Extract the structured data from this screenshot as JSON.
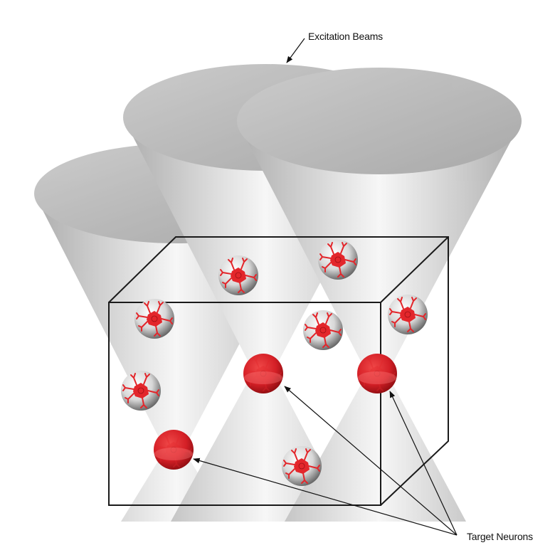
{
  "labels": {
    "beams": "Excitation Beams",
    "targets": "Target Neurons"
  },
  "colors": {
    "target_neuron": "#d41f26",
    "neuron_dendrite": "#e3262b",
    "beam": "#9a9a9a",
    "box": "#1a1a1a"
  },
  "beams": [
    {
      "id": "left"
    },
    {
      "id": "middle"
    },
    {
      "id": "right"
    }
  ],
  "neurons": [
    {
      "type": "untargeted"
    },
    {
      "type": "untargeted"
    },
    {
      "type": "untargeted"
    },
    {
      "type": "untargeted"
    },
    {
      "type": "untargeted"
    },
    {
      "type": "untargeted"
    },
    {
      "type": "untargeted"
    },
    {
      "type": "target"
    },
    {
      "type": "target"
    },
    {
      "type": "target"
    }
  ]
}
